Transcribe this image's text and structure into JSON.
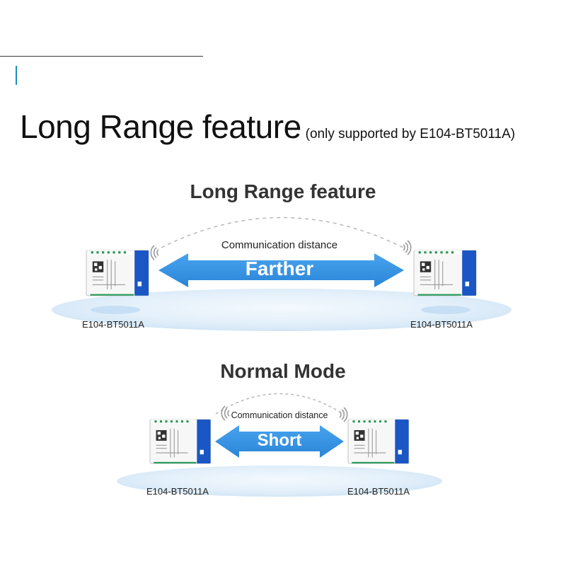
{
  "header": {
    "title": "Long Range feature",
    "subtitle": "(only supported by E104-BT5011A)"
  },
  "long_range": {
    "heading": "Long Range feature",
    "caption": "Communication distance",
    "arrow_label": "Farther",
    "left_module": "E104-BT5011A",
    "right_module": "E104-BT5011A"
  },
  "normal_mode": {
    "heading": "Normal Mode",
    "caption": "Communication distance",
    "arrow_label": "Short",
    "left_module": "E104-BT5011A",
    "right_module": "E104-BT5011A"
  },
  "colors": {
    "arrow": "#2f8fe0",
    "module_blue": "#1a56c4",
    "platform": "#dfeefa",
    "accent_bar": "#1c8fc0"
  },
  "icons": [
    "signal-icon",
    "module-icon"
  ]
}
